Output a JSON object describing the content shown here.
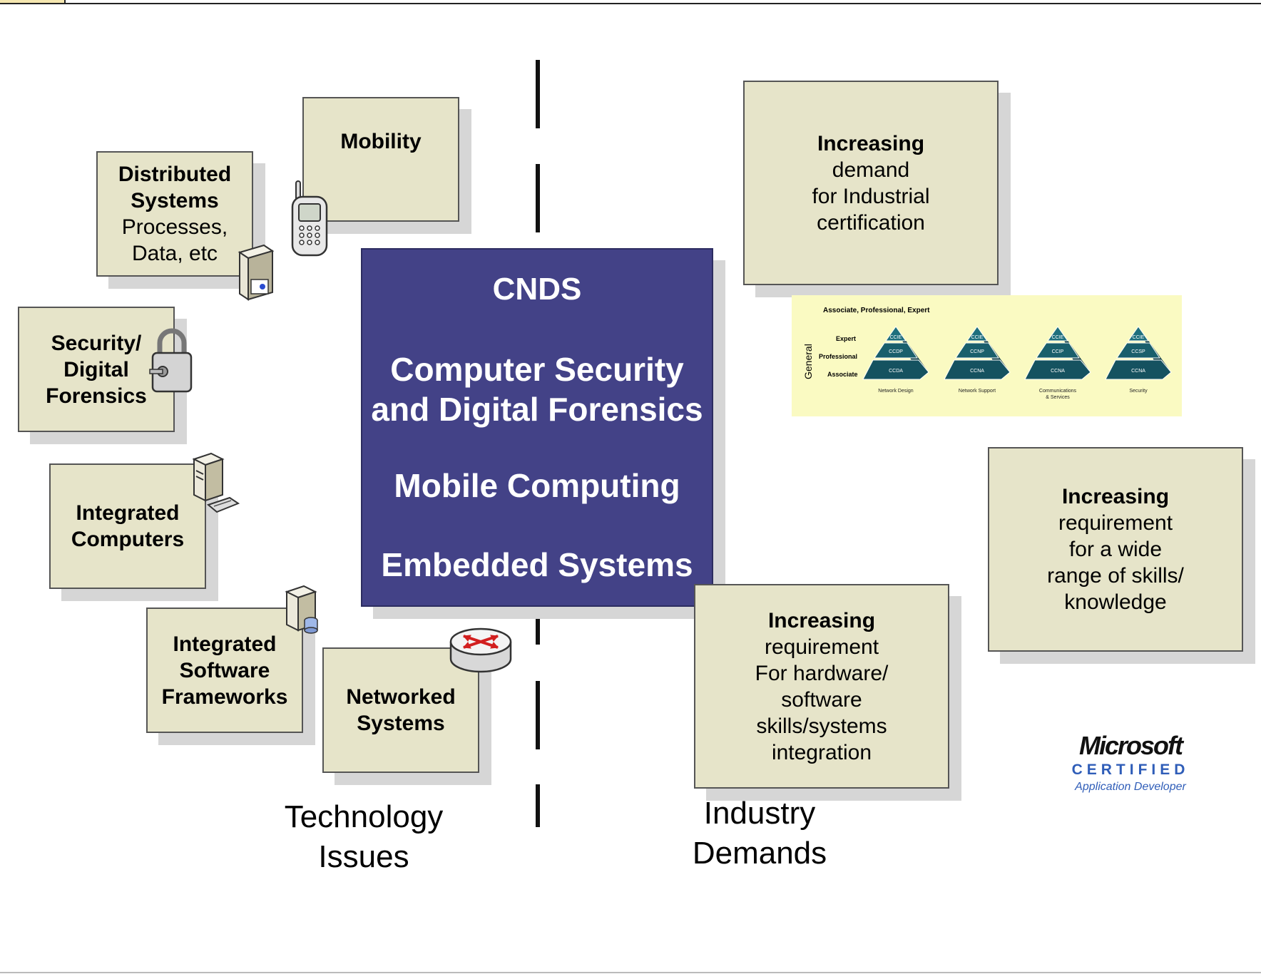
{
  "center": {
    "line1": "CNDS",
    "line2": "Computer Security",
    "line3": "and Digital Forensics",
    "line4": "Mobile Computing",
    "line5": "Embedded Systems"
  },
  "left_boxes": {
    "mobility": {
      "title": "Mobility"
    },
    "distributed": {
      "title1": "Distributed",
      "title2": "Systems",
      "text1": "Processes,",
      "text2": "Data, etc"
    },
    "security": {
      "line1": "Security/",
      "line2": "Digital",
      "line3": "Forensics"
    },
    "integrated_computers": {
      "line1": "Integrated",
      "line2": "Computers"
    },
    "integrated_software": {
      "line1": "Integrated",
      "line2": "Software",
      "line3": "Frameworks"
    },
    "networked": {
      "line1": "Networked",
      "line2": "Systems"
    }
  },
  "right_boxes": {
    "certification": {
      "bold": "Increasing",
      "l1": "demand",
      "l2": "for Industrial",
      "l3": "certification"
    },
    "skills": {
      "bold": "Increasing",
      "l1": "requirement",
      "l2": "for a wide",
      "l3": "range of skills/",
      "l4": "knowledge"
    },
    "hardware": {
      "bold": "Increasing",
      "l1": "requirement",
      "l2": "For hardware/",
      "l3": "software",
      "l4": "skills/systems",
      "l5": "integration"
    }
  },
  "captions": {
    "left1": "Technology",
    "left2": "Issues",
    "right1": "Industry",
    "right2": "Demands"
  },
  "cisco": {
    "header": "Associate, Professional, Expert",
    "side": "General",
    "levels": [
      "Expert",
      "Professional",
      "Associate"
    ],
    "pyramids": [
      {
        "top": "CCIE",
        "mid": "CCDP",
        "bot": "CCDA",
        "label1": "Network Design",
        "label2": ""
      },
      {
        "top": "CCIE",
        "mid": "CCNP",
        "bot": "CCNA",
        "label1": "Network Support",
        "label2": ""
      },
      {
        "top": "CCIE",
        "mid": "CCIP",
        "bot": "CCNA",
        "label1": "Communications",
        "label2": "& Services"
      },
      {
        "top": "CCIE",
        "mid": "CCSP",
        "bot": "CCNA",
        "label1": "Security",
        "label2": ""
      }
    ]
  },
  "microsoft": {
    "brand": "Microsoft",
    "certified": "CERTIFIED",
    "sub": "Application Developer"
  },
  "icons": [
    "cell-phone-icon",
    "server-icon",
    "padlock-icon",
    "desktop-computer-icon",
    "database-server-icon",
    "router-icon"
  ],
  "colors": {
    "box_fill": "#e6e4c9",
    "center_fill": "#434287",
    "shadow": "#d6d6d6"
  }
}
